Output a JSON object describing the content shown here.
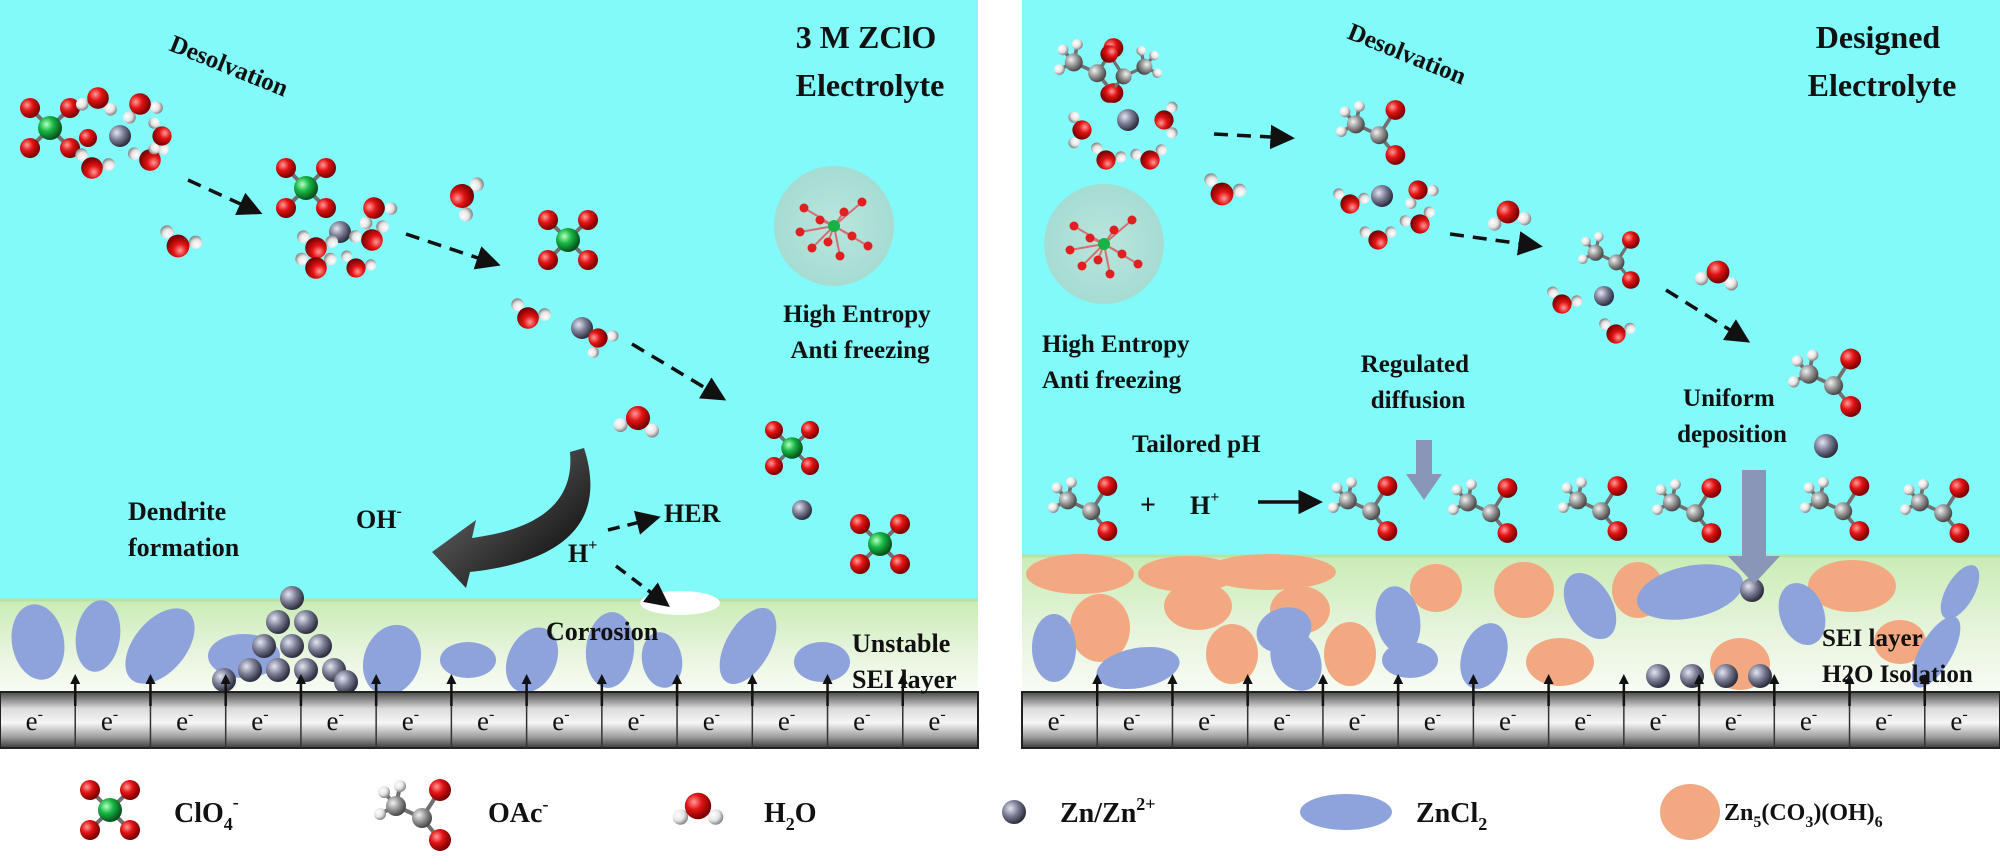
{
  "left_panel": {
    "title_line1": "3 M ZClO",
    "title_line2": "Electrolyte",
    "desolvation": "Desolvation",
    "high_entropy_line1": "High Entropy",
    "high_entropy_line2": "Anti freezing",
    "dendrite_line1": "Dendrite",
    "dendrite_line2": "formation",
    "oh_label": "OH",
    "oh_sup": "-",
    "h_label": "H",
    "h_sup": "+",
    "her_label": "HER",
    "corrosion_label": "Corrosion",
    "sei_line1": "Unstable",
    "sei_line2": "SEI layer",
    "electron": "e",
    "electron_sup": "-"
  },
  "right_panel": {
    "title_line1": "Designed",
    "title_line2": "Electrolyte",
    "desolvation": "Desolvation",
    "high_entropy_line1": "High Entropy",
    "high_entropy_line2": "Anti freezing",
    "tailored_ph": "Tailored pH",
    "plus": "+",
    "h_label": "H",
    "h_sup": "+",
    "regulated_line1": "Regulated",
    "regulated_line2": "diffusion",
    "uniform_line1": "Uniform",
    "uniform_line2": "deposition",
    "sei_line1": "SEI layer",
    "sei_line2": "H2O Isolation",
    "electron": "e",
    "electron_sup": "-"
  },
  "legend": {
    "clo4": "ClO",
    "clo4_sub": "4",
    "clo4_sup": "-",
    "oac": "OAc",
    "oac_sup": "-",
    "h2o_a": "H",
    "h2o_sub": "2",
    "h2o_b": "O",
    "zn": "Zn/Zn",
    "zn_sup": "2+",
    "zncl2_a": "ZnCl",
    "zncl2_sub": "2",
    "carbonate_a": "Zn",
    "carbonate_sub1": "5",
    "carbonate_b": "(CO",
    "carbonate_sub2": "3",
    "carbonate_c": ")(OH)",
    "carbonate_sub3": "6"
  },
  "colors": {
    "electrolyte": "#82fafa",
    "sei": "#d6ecc4",
    "zncl2": "#8ea2dc",
    "carbonate": "#f2a982",
    "zn": "#7d7f94",
    "oxygen": "#e01616",
    "chlorine": "#19b244",
    "carbon": "#9a9a9a",
    "hydrogen": "#f2f2f2",
    "legend_text": "#6b1f1f"
  }
}
